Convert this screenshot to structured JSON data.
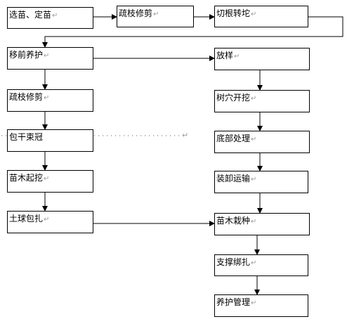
{
  "boxes": [
    {
      "id": "select",
      "label": "选苗、定苗",
      "mark": "↵"
    },
    {
      "id": "prune1",
      "label": "疏枝修剪",
      "mark": "↵"
    },
    {
      "id": "cutroot",
      "label": "切根转坨",
      "mark": "↵"
    },
    {
      "id": "premove",
      "label": "移前养护",
      "mark": "↵"
    },
    {
      "id": "layout",
      "label": "放样",
      "mark": "↵"
    },
    {
      "id": "prune2",
      "label": "疏枝修剪",
      "mark": "↵"
    },
    {
      "id": "pit",
      "label": "树穴开挖",
      "mark": "↵"
    },
    {
      "id": "wrap",
      "label": "包干束冠",
      "mark": ""
    },
    {
      "id": "bottom",
      "label": "底部处理",
      "mark": "↵"
    },
    {
      "id": "dig",
      "label": "苗木起挖",
      "mark": "↵"
    },
    {
      "id": "transport",
      "label": "装卸运输",
      "mark": "↵"
    },
    {
      "id": "ball",
      "label": "土球包扎",
      "mark": "↵"
    },
    {
      "id": "plant",
      "label": "苗木栽种",
      "mark": "↵"
    },
    {
      "id": "support",
      "label": "支撑绑扎",
      "mark": "↵"
    },
    {
      "id": "care",
      "label": "养护管理",
      "mark": "↵"
    }
  ],
  "dotted_line_mark": "↵",
  "colors": {
    "line": "#000000",
    "dotted": "#8a8a8a",
    "mark": "#9a9a9a"
  }
}
